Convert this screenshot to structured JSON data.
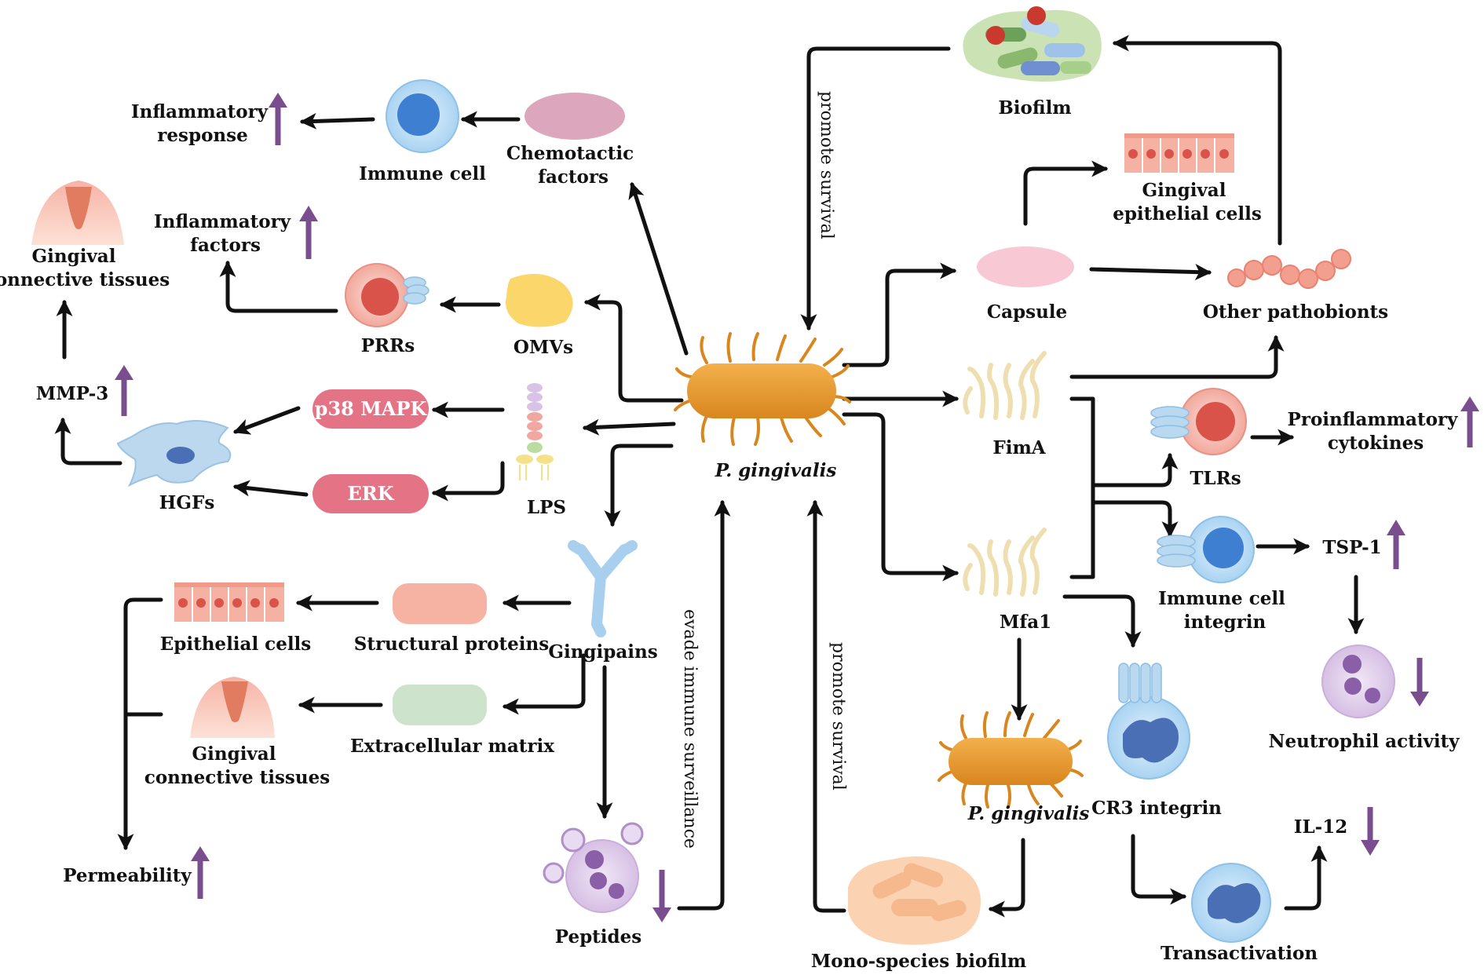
{
  "colors": {
    "arrow": "#111111",
    "indicator": "#7a4e8e",
    "bacterium": "#e89a2c",
    "pill": "#e47385",
    "up": "up",
    "down": "down"
  },
  "labels": {
    "pg_center": "P. gingivalis",
    "inflammatory_response": [
      "Inflammatory",
      "response"
    ],
    "immune_cell": "Immune cell",
    "chemotactic": [
      "Chemotactic",
      "factors"
    ],
    "gct_top": [
      "Gingival",
      "connective tissues"
    ],
    "inflammatory_factors": [
      "Inflammatory",
      "factors"
    ],
    "prrs": "PRRs",
    "omvs": "OMVs",
    "mmp3": "MMP-3",
    "p38": "p38 MAPK",
    "erk": "ERK",
    "hgfs": "HGFs",
    "lps": "LPS",
    "epithelial": "Epithelial cells",
    "structural": "Structural proteins",
    "gingipains": "Gingipains",
    "gct_bottom": [
      "Gingival",
      "connective tissues"
    ],
    "ecm": "Extracellular matrix",
    "permeability": "Permeability",
    "peptides": "Peptides",
    "evade": "evade immune surveillance",
    "promote_top": "promote survival",
    "promote_bottom": "promote survival",
    "biofilm": "Biofilm",
    "gingival_epithelial": [
      "Gingival",
      "epithelial cells"
    ],
    "capsule": "Capsule",
    "other_pathobionts": "Other pathobionts",
    "fima": "FimA",
    "tlrs": "TLRs",
    "proinflammatory": [
      "Proinflammatory",
      "cytokines"
    ],
    "immune_integrin": [
      "Immune cell",
      "integrin"
    ],
    "tsp1": "TSP-1",
    "mfa1": "Mfa1",
    "neutrophil": "Neutrophil activity",
    "pg_bottom": "P. gingivalis",
    "cr3": "CR3 integrin",
    "il12": "IL-12",
    "mono_biofilm": "Mono-species biofilm",
    "transactivation": "Transactivation"
  },
  "indicators": [
    {
      "id": "inflammatory-response",
      "direction": "up"
    },
    {
      "id": "inflammatory-factors",
      "direction": "up"
    },
    {
      "id": "mmp3",
      "direction": "up"
    },
    {
      "id": "permeability",
      "direction": "up"
    },
    {
      "id": "peptides",
      "direction": "down"
    },
    {
      "id": "proinflammatory-cytokines",
      "direction": "up"
    },
    {
      "id": "tsp1",
      "direction": "up"
    },
    {
      "id": "neutrophil-activity",
      "direction": "down"
    },
    {
      "id": "il12",
      "direction": "down"
    }
  ]
}
